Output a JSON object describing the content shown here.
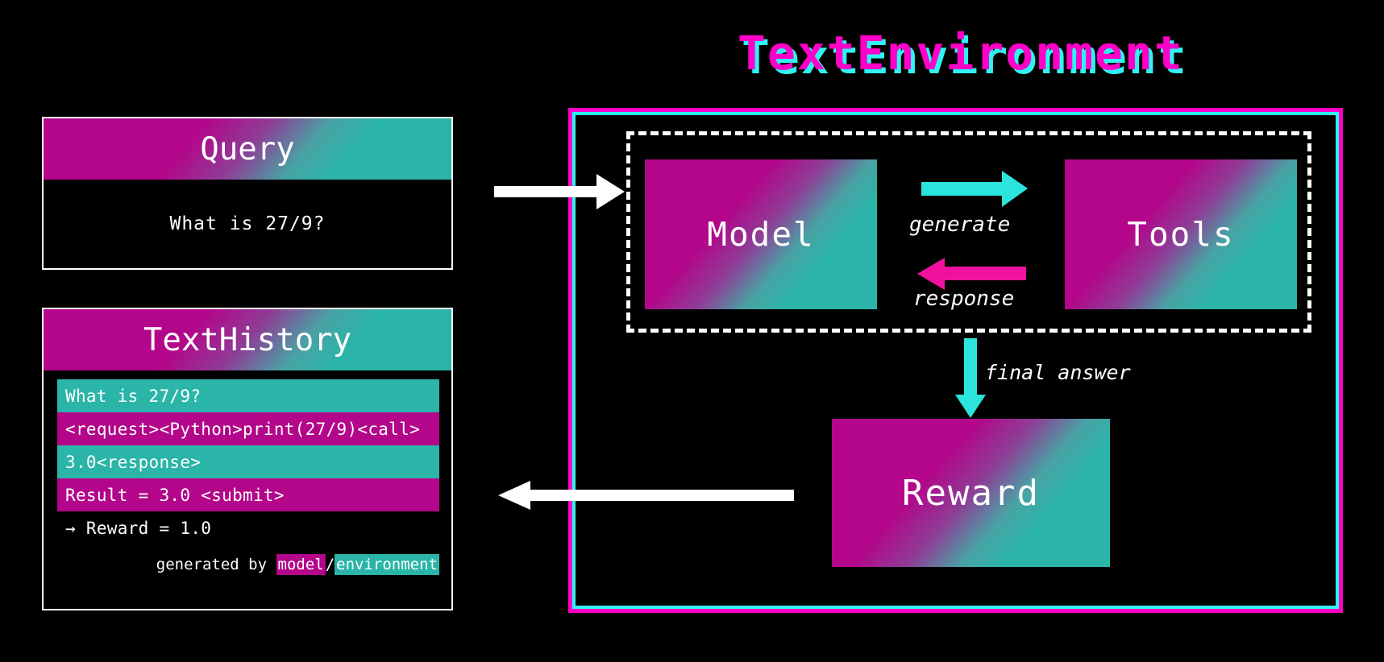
{
  "title": "TextEnvironment",
  "colors": {
    "magenta": "#ff00c8",
    "cyan": "#2ff3f3",
    "panel_magenta": "#b3068a",
    "panel_teal": "#2ab5a8",
    "white": "#ffffff",
    "background": "#000000"
  },
  "query": {
    "header": "Query",
    "text": "What is 27/9?"
  },
  "history": {
    "header": "TextHistory",
    "rows": [
      {
        "text": "What is 27/9?",
        "source": "environment"
      },
      {
        "text": "<request><Python>print(27/9)<call>",
        "source": "model"
      },
      {
        "text": "3.0<response>",
        "source": "environment"
      },
      {
        "text": "Result = 3.0 <submit>",
        "source": "model"
      },
      {
        "text": "→ Reward = 1.0",
        "source": "plain"
      }
    ],
    "caption": {
      "prefix": "generated by ",
      "model": "model",
      "separator": "/",
      "environment": "environment"
    }
  },
  "environment": {
    "model_block": "Model",
    "tools_block": "Tools",
    "reward_block": "Reward",
    "arrows": {
      "generate": "generate",
      "response": "response",
      "final_answer": "final answer"
    }
  }
}
